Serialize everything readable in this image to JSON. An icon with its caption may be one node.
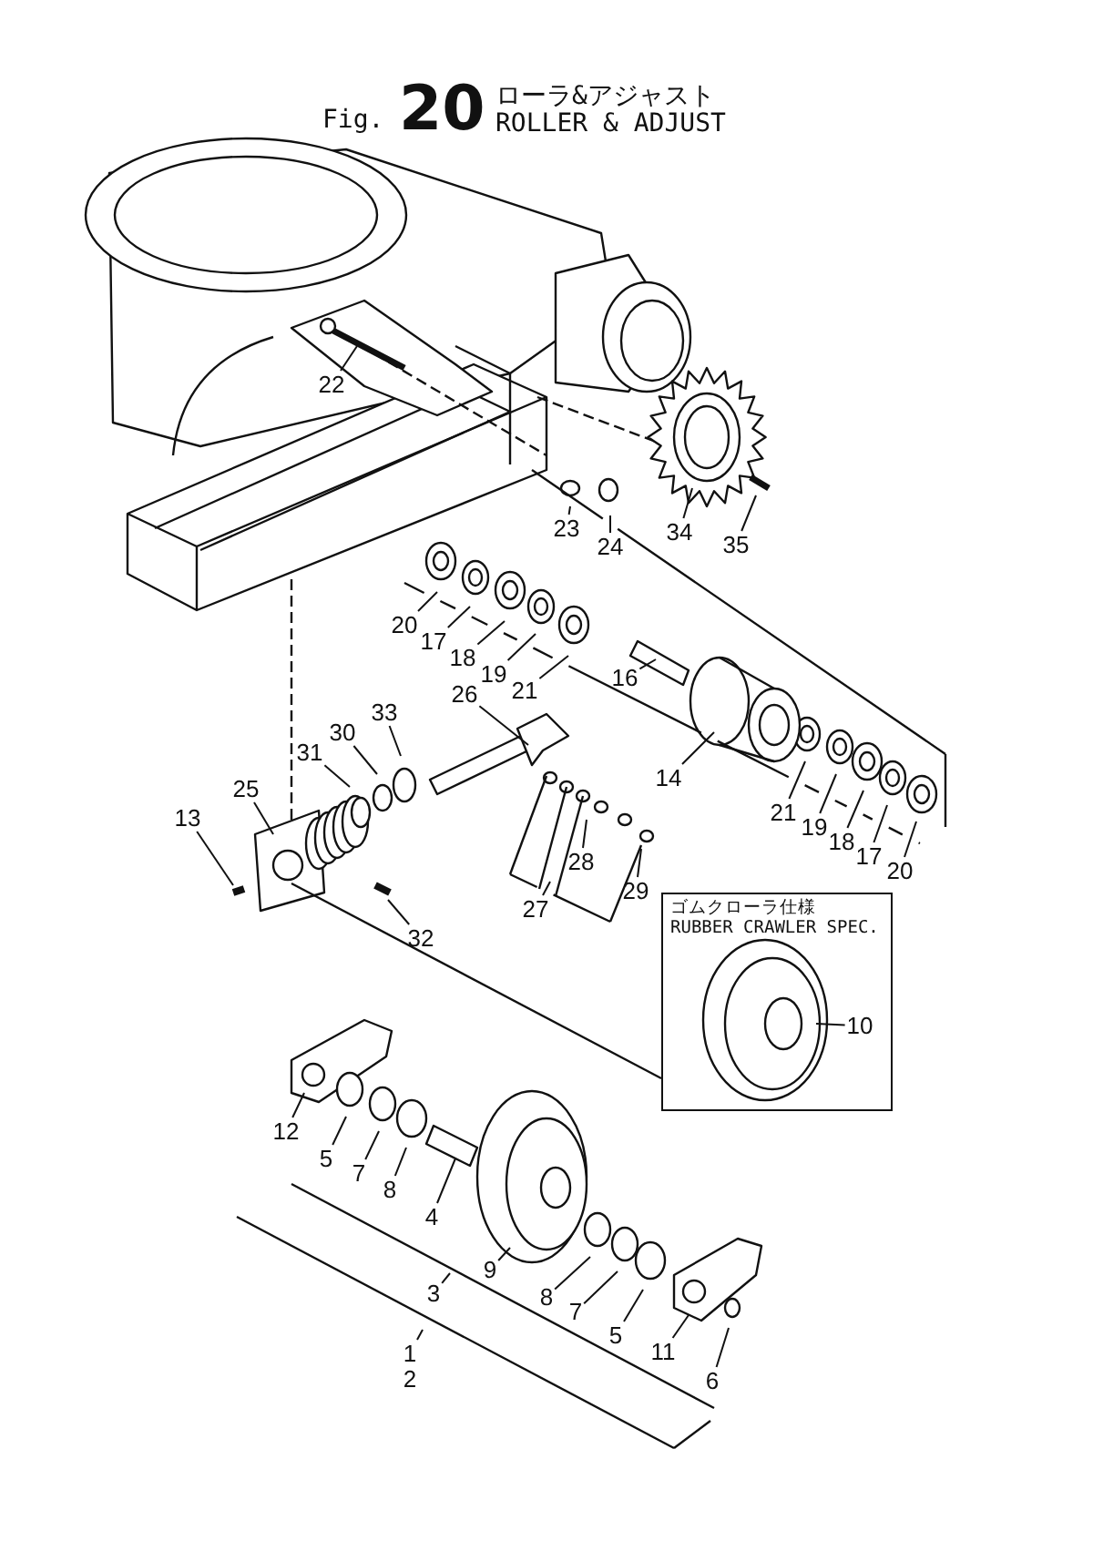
{
  "diagram": {
    "title": "ローラ&アジャスト ROLLER & ADJUST",
    "nodes": [
      {
        "text": [
          "22"
        ]
      },
      {
        "text": [
          "23"
        ]
      },
      {
        "text": [
          "24"
        ]
      },
      {
        "text": [
          "34"
        ]
      },
      {
        "text": [
          "35"
        ]
      },
      {
        "text": [
          "20"
        ]
      },
      {
        "text": [
          "17"
        ]
      },
      {
        "text": [
          "18"
        ]
      },
      {
        "text": [
          "19"
        ]
      },
      {
        "text": [
          "21"
        ]
      },
      {
        "text": [
          "16"
        ]
      },
      {
        "text": [
          "26"
        ]
      },
      {
        "text": [
          "33"
        ]
      },
      {
        "text": [
          "14"
        ]
      },
      {
        "text": [
          "21"
        ]
      },
      {
        "text": [
          "30"
        ]
      },
      {
        "text": [
          "19"
        ]
      },
      {
        "text": [
          "31"
        ]
      },
      {
        "text": [
          "18"
        ]
      },
      {
        "text": [
          "25"
        ]
      },
      {
        "text": [
          "17"
        ]
      },
      {
        "text": [
          "13"
        ]
      },
      {
        "text": [
          "20"
        ]
      },
      {
        "text": [
          "28"
        ]
      },
      {
        "text": [
          "29"
        ]
      },
      {
        "text": [
          "ゴムクローラ仕様",
          "RUBBER CRAWLER SPEC."
        ]
      },
      {
        "text": [
          "27"
        ]
      },
      {
        "text": [
          "32"
        ]
      },
      {
        "text": [
          "10"
        ],
        "in": 25
      },
      {
        "text": [
          "12"
        ]
      },
      {
        "text": [
          "5"
        ]
      },
      {
        "text": [
          "7"
        ]
      },
      {
        "text": [
          "8"
        ]
      },
      {
        "text": [
          "4"
        ]
      },
      {
        "text": [
          "9"
        ]
      },
      {
        "text": [
          "8"
        ]
      },
      {
        "text": [
          "3"
        ]
      },
      {
        "text": [
          "7"
        ]
      },
      {
        "text": [
          "5"
        ]
      },
      {
        "text": [
          "1"
        ]
      },
      {
        "text": [
          "11"
        ]
      },
      {
        "text": [
          "6"
        ]
      }
    ],
    "edges": [
      {
        "from": 0,
        "to": null,
        "arrow": "none"
      },
      {
        "from": 1,
        "to": null,
        "arrow": "none"
      },
      {
        "from": 2,
        "to": null,
        "arrow": "none"
      },
      {
        "from": 3,
        "to": null,
        "arrow": "none"
      },
      {
        "from": 4,
        "to": null,
        "arrow": "none"
      },
      {
        "from": 5,
        "to": null,
        "arrow": "none"
      },
      {
        "from": 6,
        "to": null,
        "arrow": "none"
      },
      {
        "from": 7,
        "to": null,
        "arrow": "none"
      },
      {
        "from": 8,
        "to": null,
        "arrow": "none"
      },
      {
        "from": 9,
        "to": null,
        "arrow": "none"
      },
      {
        "from": 10,
        "to": null,
        "arrow": "none"
      },
      {
        "from": 11,
        "to": null,
        "arrow": "none"
      },
      {
        "from": 12,
        "to": null,
        "arrow": "none"
      },
      {
        "from": 13,
        "to": null,
        "arrow": "none"
      },
      {
        "from": 14,
        "to": null,
        "arrow": "none"
      },
      {
        "from": 15,
        "to": null,
        "arrow": "none"
      },
      {
        "from": 16,
        "to": null,
        "arrow": "none"
      },
      {
        "from": 17,
        "to": null,
        "arrow": "none"
      },
      {
        "from": 18,
        "to": null,
        "arrow": "none"
      },
      {
        "from": 19,
        "to": null,
        "arrow": "none"
      },
      {
        "from": 20,
        "to": null,
        "arrow": "none"
      },
      {
        "from": 21,
        "to": null,
        "arrow": "none"
      },
      {
        "from": 22,
        "to": null,
        "arrow": "none"
      },
      {
        "from": 23,
        "to": null,
        "arrow": "none"
      },
      {
        "from": 24,
        "to": null,
        "arrow": "none"
      },
      {
        "from": 26,
        "to": null,
        "arrow": "none"
      },
      {
        "from": 27,
        "to": null,
        "arrow": "none"
      },
      {
        "from": 28,
        "to": null,
        "arrow": "none"
      },
      {
        "from": 29,
        "to": null,
        "arrow": "none"
      },
      {
        "from": 30,
        "to": null,
        "arrow": "none"
      },
      {
        "from": 31,
        "to": null,
        "arrow": "none"
      },
      {
        "from": 32,
        "to": null,
        "arrow": "none"
      },
      {
        "from": 33,
        "to": null,
        "arrow": "none"
      },
      {
        "from": 34,
        "to": null,
        "arrow": "none"
      },
      {
        "from": 35,
        "to": null,
        "arrow": "none"
      },
      {
        "from": 36,
        "to": null,
        "arrow": "none"
      },
      {
        "from": 37,
        "to": null,
        "arrow": "none"
      },
      {
        "from": 38,
        "to": null,
        "arrow": "none"
      },
      {
        "from": 39,
        "to": null,
        "arrow": "none"
      },
      {
        "from": 40,
        "to": null,
        "arrow": "none"
      },
      {
        "from": 41,
        "to": null,
        "arrow": "none"
      }
    ],
    "labels": [
      "Fig.",
      "20",
      "2"
    ]
  }
}
